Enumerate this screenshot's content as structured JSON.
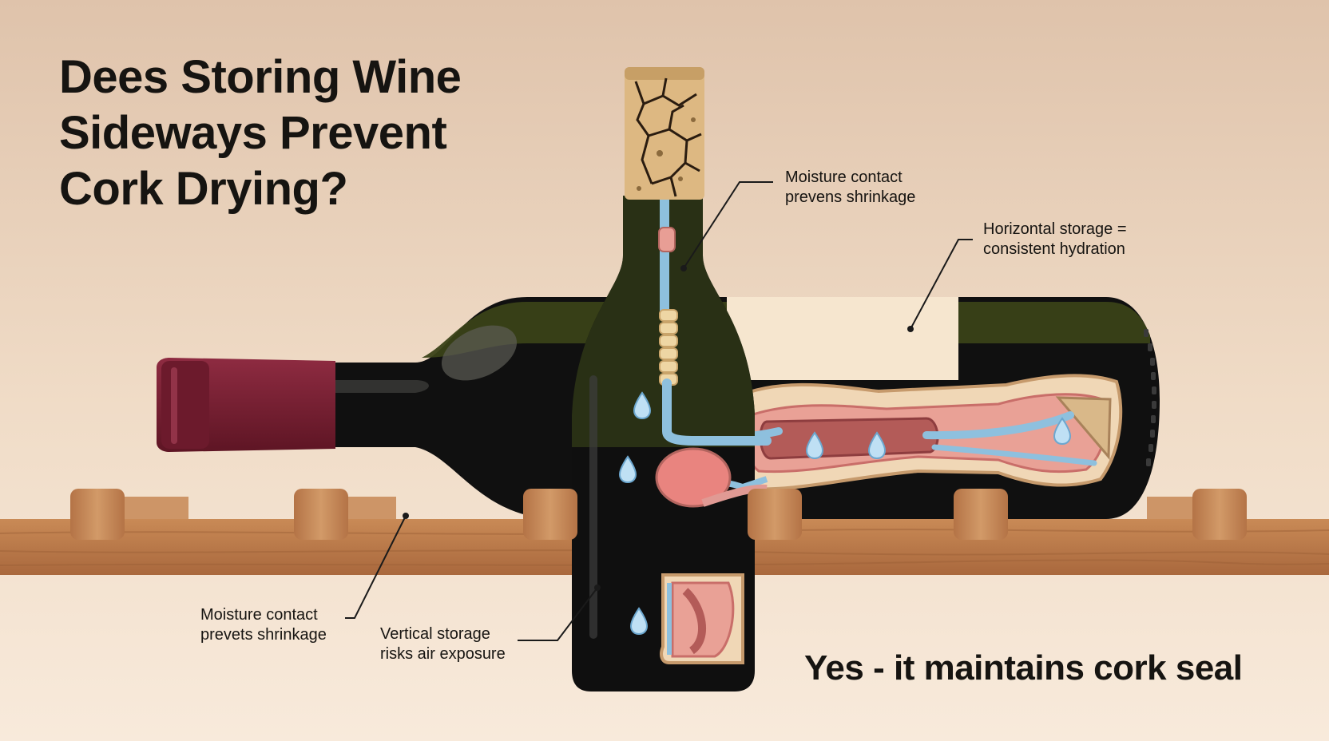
{
  "title": {
    "line1": "Dees Storing Wine",
    "line2": "Sideways Prevent",
    "line3": "Cork Drying?"
  },
  "callouts": {
    "cork_moisture": {
      "line1": "Moisture contact",
      "line2": "prevens shrinkage"
    },
    "horizontal": {
      "line1": "Horizontal storage =",
      "line2": "consistent hydration"
    },
    "bottom_moisture": {
      "line1": "Moisture contact",
      "line2": "prevets shrinkage"
    },
    "vertical": {
      "line1": "Vertical storage",
      "line2": "risks air exposure"
    }
  },
  "answer": "Yes - it maintains cork seal",
  "colors": {
    "background_top": "#dfc3ab",
    "background_bottom": "#f8eadb",
    "glass": "#101010",
    "glass_shoulder": "#3a4218",
    "capsule": "#7c1f33",
    "cork": "#ddb882",
    "rack_wood": "#b9784a",
    "organ_pink": "#e08a86",
    "vessel_blue": "#8ec0de",
    "label_paper": "#f6e6cf"
  },
  "icons": [
    "cork-icon",
    "water-drop-icon",
    "wine-rack-icon"
  ]
}
